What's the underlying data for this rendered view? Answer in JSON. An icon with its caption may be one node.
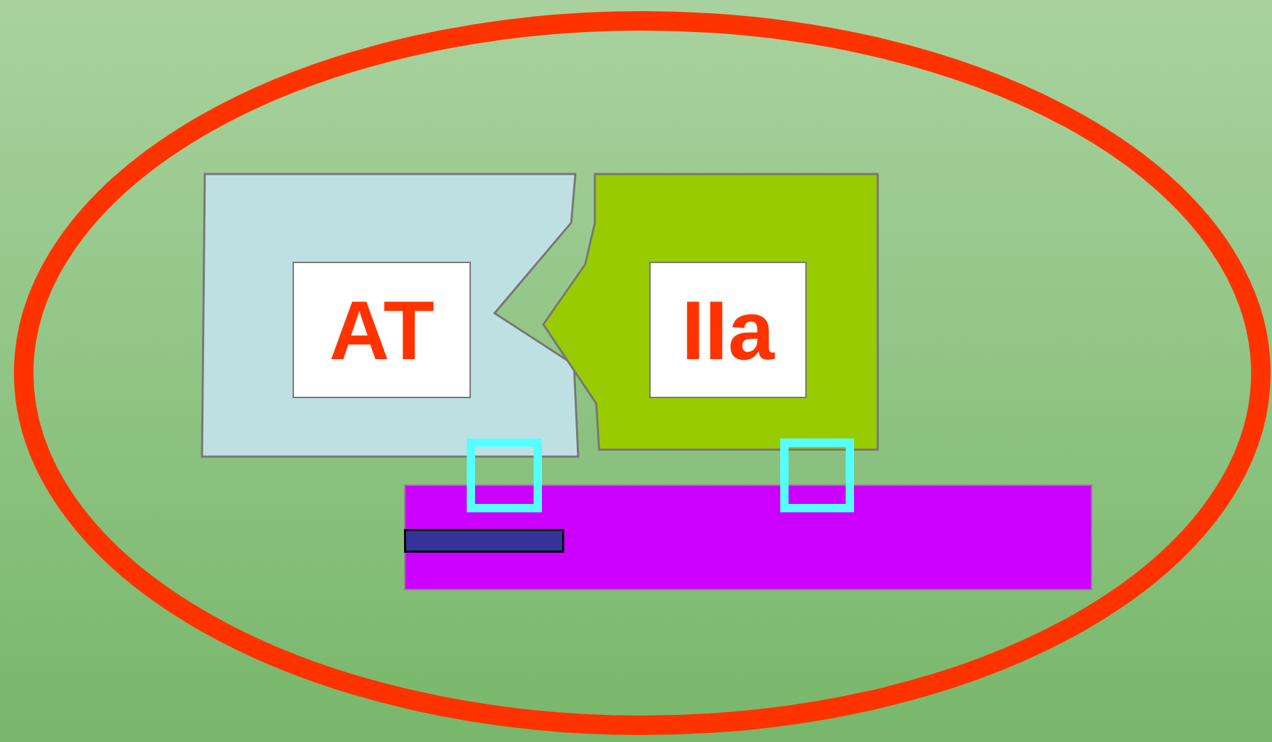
{
  "diagram": {
    "nodes": [
      {
        "text": [],
        "shape": "ellipse"
      },
      {
        "text": [
          "AT"
        ],
        "in": 0
      },
      {
        "text": [
          "IIa"
        ],
        "in": 0
      },
      {
        "text": [],
        "shape": "bar",
        "in": 0
      },
      {
        "text": [],
        "shape": "box",
        "in": 0
      },
      {
        "text": [],
        "shape": "box",
        "in": 0
      },
      {
        "text": [],
        "shape": "bar",
        "in": 3
      }
    ]
  }
}
